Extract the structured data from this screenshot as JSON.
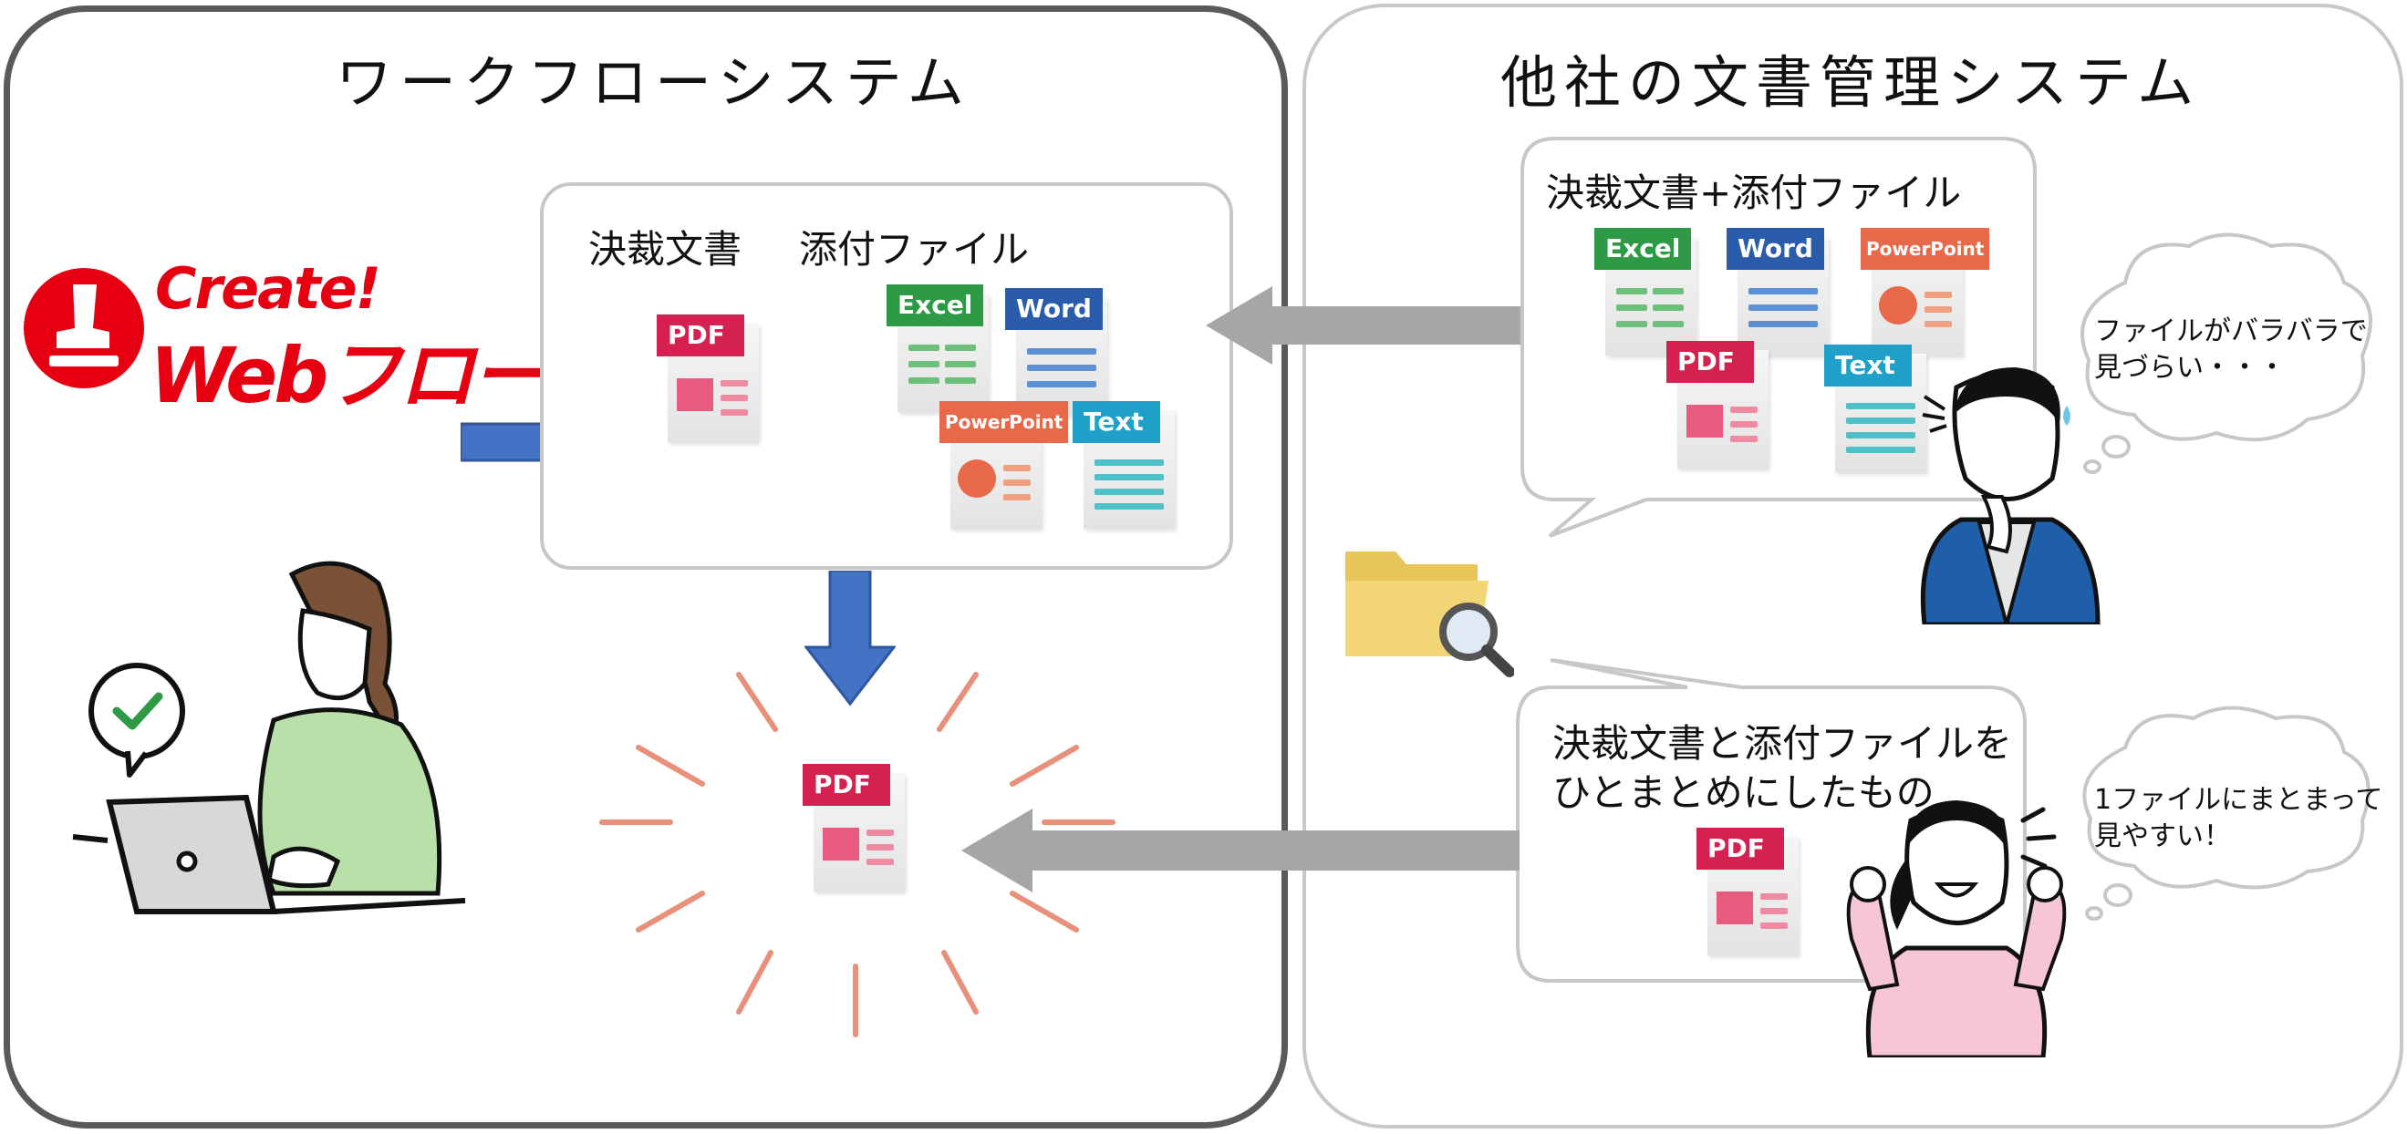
{
  "left_panel": {
    "title": "ワークフローシステム"
  },
  "right_panel": {
    "title": "他社の文書管理システム"
  },
  "brand": {
    "line1": "Create!",
    "line2": "Webフロー",
    "color": "#e60012"
  },
  "workflow_box": {
    "label_approval": "決裁文書",
    "label_attach": "添付ファイル"
  },
  "right_top_box": {
    "label": "決裁文書+添付ファイル"
  },
  "right_bottom_box": {
    "line1": "決裁文書と添付ファイルを",
    "line2": "ひとまとめにしたもの"
  },
  "thought_top": {
    "line1": "ファイルがバラバラで",
    "line2": "見づらい・・・"
  },
  "thought_bottom": {
    "line1": "1ファイルにまとまって",
    "line2": "見やすい！"
  },
  "file_types": {
    "pdf": "PDF",
    "excel": "Excel",
    "word": "Word",
    "powerpoint": "PowerPoint",
    "text": "Text"
  },
  "colors": {
    "pdf": "#d4214f",
    "excel": "#2e9a45",
    "word": "#2a5caa",
    "powerpoint": "#e8694a",
    "text": "#1fa0c8",
    "arrow_blue": "#4472c4",
    "arrow_gray": "#a6a6a6",
    "burst": "#e8907a"
  }
}
